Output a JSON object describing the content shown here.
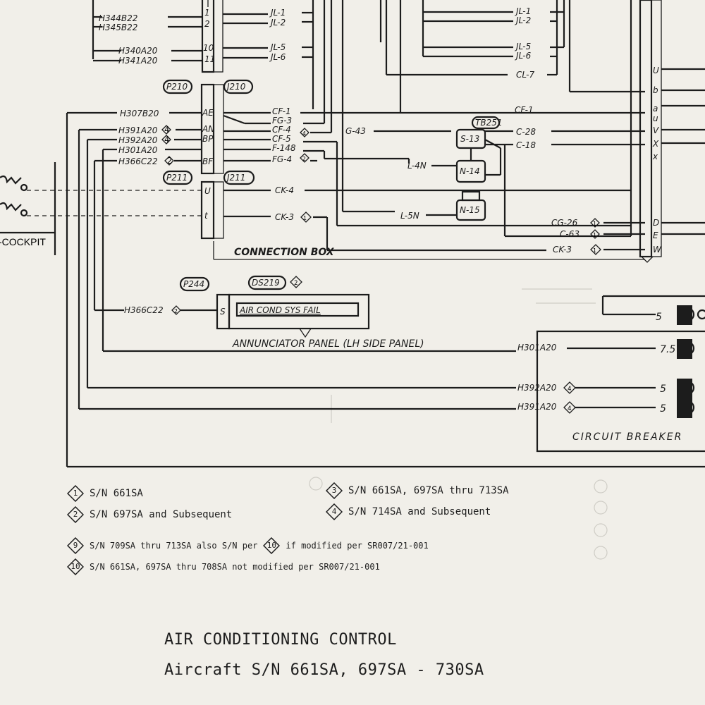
{
  "connectors": {
    "p210": "P210",
    "j210": "J210",
    "p211": "P211",
    "j211": "J211",
    "p244": "P244",
    "ds219": "DS219",
    "tb251": "TB251"
  },
  "connection_box": "CONNECTION BOX",
  "cockpit": "-COCKPIT",
  "annunciator": {
    "legend": "AIR COND SYS FAIL",
    "caption": "ANNUNCIATOR PANEL (LH SIDE PANEL)",
    "pin": "S"
  },
  "circuit_breaker": "CIRCUIT BREAKER",
  "wires_left": [
    "H344B22",
    "H345B22",
    "H340A20",
    "H341A20",
    "H307B20",
    "H391A20",
    "H392A20",
    "H301A20",
    "H366C22"
  ],
  "pins_top": [
    "1",
    "2",
    "10",
    "11"
  ],
  "pins_p210": [
    "AE",
    "AN",
    "BP",
    "BF"
  ],
  "pins_p211": [
    "U",
    "t"
  ],
  "jl_left": [
    "JL-1",
    "JL-2",
    "JL-5",
    "JL-6"
  ],
  "jl_right": [
    "JL-1",
    "JL-2",
    "JL-5",
    "JL-6",
    "CL-7"
  ],
  "cf_left": [
    "CF-1",
    "FG-3",
    "CF-4",
    "CF-5",
    "F-148",
    "FG-4"
  ],
  "mid": {
    "g43": "G-43",
    "l4n": "L-4N",
    "l5n": "L-5N",
    "ck4": "CK-4",
    "ck3": "CK-3"
  },
  "relays": [
    "S-13",
    "N-14",
    "N-15"
  ],
  "right_wires": [
    "CF-1",
    "C-28",
    "C-18",
    "CG-26",
    "C-63",
    "CK-3"
  ],
  "terminal_letters": [
    "U",
    "b",
    "a",
    "u",
    "V",
    "X",
    "x",
    "D",
    "E",
    "W"
  ],
  "bottom_wires": [
    "H366C22",
    "H301A20",
    "H392A20",
    "H391A20"
  ],
  "breakers": [
    "5",
    "7.5",
    "5",
    "5"
  ],
  "notes": [
    {
      "num": "1",
      "text": "S/N 661SA"
    },
    {
      "num": "2",
      "text": "S/N 697SA and Subsequent"
    },
    {
      "num": "3",
      "text": "S/N 661SA, 697SA thru 713SA"
    },
    {
      "num": "4",
      "text": "S/N 714SA and Subsequent"
    },
    {
      "num": "9",
      "text": "S/N 709SA thru 713SA also S/N per",
      "ref": "10",
      "text2": "if modified per SR007/21-001"
    },
    {
      "num": "10",
      "text": "S/N 661SA, 697SA thru 708SA not modified per SR007/21-001"
    }
  ],
  "title": {
    "line1": "AIR CONDITIONING CONTROL",
    "line2": "Aircraft S/N 661SA, 697SA - 730SA"
  }
}
